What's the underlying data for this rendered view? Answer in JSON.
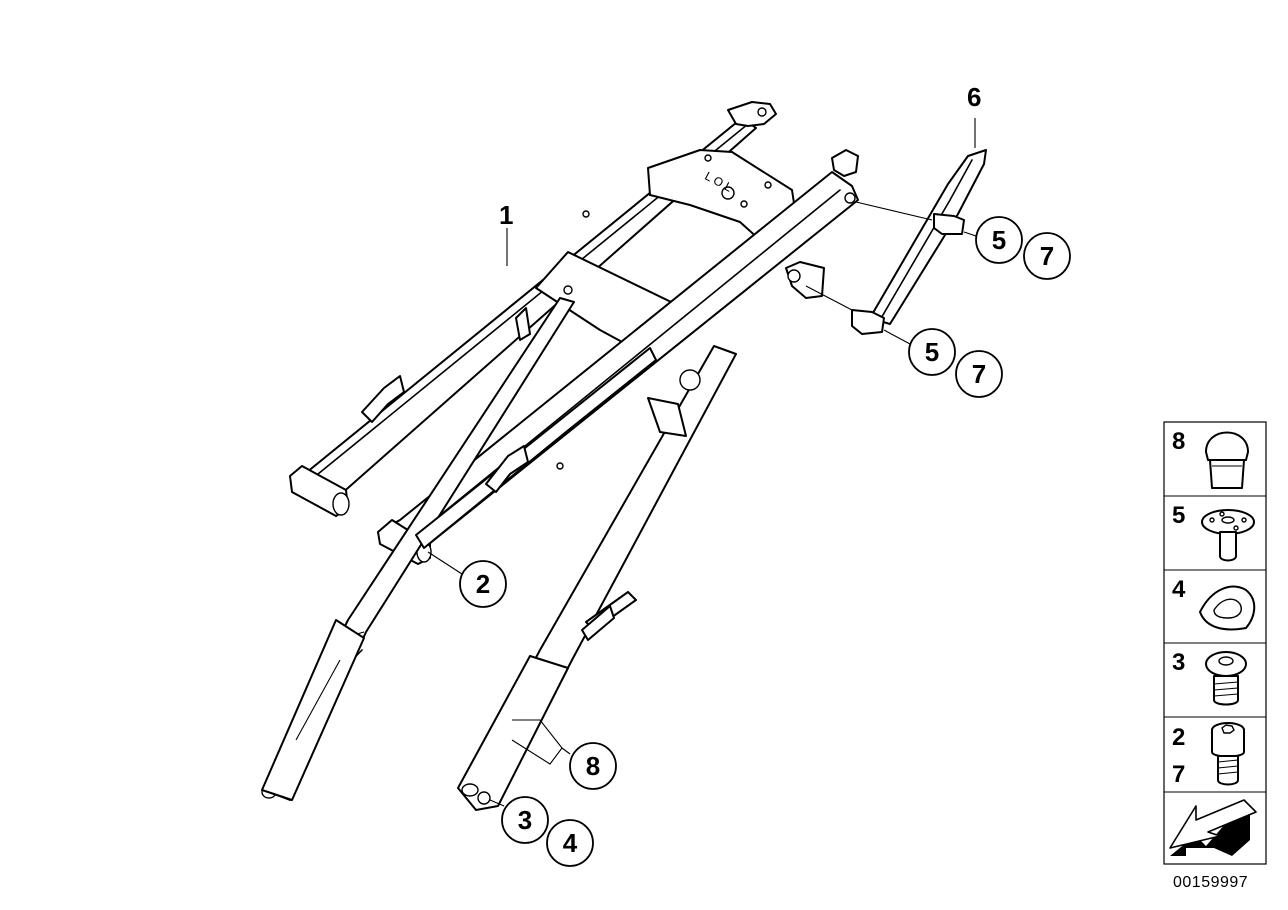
{
  "callouts": [
    {
      "id": "c2",
      "label": "2"
    },
    {
      "id": "c5a",
      "label": "5"
    },
    {
      "id": "c7a",
      "label": "7"
    },
    {
      "id": "c5b",
      "label": "5"
    },
    {
      "id": "c7b",
      "label": "7"
    },
    {
      "id": "c8",
      "label": "8"
    },
    {
      "id": "c3",
      "label": "3"
    },
    {
      "id": "c4",
      "label": "4"
    }
  ],
  "plain_labels": {
    "frame": "1",
    "grab_handle": "6"
  },
  "frame_stamp": "L O L",
  "legend": [
    {
      "labels": [
        "8"
      ],
      "icon": "rubber-cap-icon"
    },
    {
      "labels": [
        "5"
      ],
      "icon": "flanged-bushing-icon"
    },
    {
      "labels": [
        "4"
      ],
      "icon": "shaped-washer-icon"
    },
    {
      "labels": [
        "3"
      ],
      "icon": "flange-bolt-icon"
    },
    {
      "labels": [
        "2",
        "7"
      ],
      "icon": "socket-head-bolt-icon"
    }
  ],
  "legend_footer_icon": "direction-arrow-icon",
  "document_number": "00159997"
}
